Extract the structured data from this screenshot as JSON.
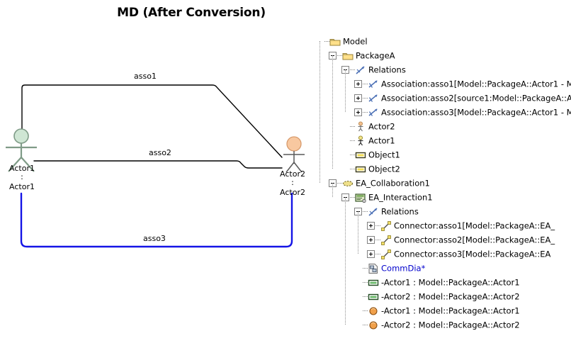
{
  "title": "MD (After Conversion)",
  "diagram": {
    "name": "communication-diagram",
    "actors": [
      {
        "id": "actor1",
        "label": "Actor1",
        "head_color": "#c9e3cf",
        "body_color": "#7f9b87"
      },
      {
        "id": "actor2",
        "label": "Actor2",
        "head_color": "#f6c49a",
        "body_color": "#595959"
      }
    ],
    "lifelines": [
      {
        "id": "lifeline1",
        "name": "Actor1",
        "type": "Actor1",
        "separator": ":"
      },
      {
        "id": "lifeline2",
        "name": "Actor2",
        "type": "Actor2",
        "separator": ":"
      }
    ],
    "associations": [
      {
        "id": "asso1",
        "label": "asso1",
        "color": "#000000"
      },
      {
        "id": "asso2",
        "label": "asso2",
        "color": "#000000"
      },
      {
        "id": "asso3",
        "label": "asso3",
        "color": "#1414e6"
      }
    ]
  },
  "tree": {
    "name": "model-explorer-tree",
    "rows": [
      {
        "depth": 0,
        "expander": "none",
        "icon": "folder-icon",
        "label": "Model"
      },
      {
        "depth": 1,
        "expander": "minus",
        "icon": "folder-icon",
        "label": "PackageA"
      },
      {
        "depth": 2,
        "expander": "minus",
        "icon": "relations-icon",
        "label": "Relations"
      },
      {
        "depth": 3,
        "expander": "plus",
        "icon": "association-icon",
        "label": "Association:asso1",
        "dim": "[Model::PackageA::Actor1 - M"
      },
      {
        "depth": 3,
        "expander": "plus",
        "icon": "association-icon",
        "label": "Association:asso2[source1:",
        "dim": "Model::PackageA::A",
        "tail": "A"
      },
      {
        "depth": 3,
        "expander": "plus",
        "icon": "association-icon",
        "label": "Association:asso3",
        "dim": "[Model::PackageA::Actor1 - M"
      },
      {
        "depth": 2,
        "expander": "none",
        "icon": "actor-orange-icon",
        "label": "Actor2"
      },
      {
        "depth": 2,
        "expander": "none",
        "icon": "actor-yellow-icon",
        "label": "Actor1"
      },
      {
        "depth": 2,
        "expander": "none",
        "icon": "object-icon",
        "label": "Object1"
      },
      {
        "depth": 2,
        "expander": "none",
        "icon": "object-icon",
        "label": "Object2"
      },
      {
        "depth": 1,
        "expander": "minus",
        "icon": "collaboration-icon",
        "label": "EA_Collaboration1"
      },
      {
        "depth": 2,
        "expander": "minus",
        "icon": "interaction-icon",
        "label": "EA_Interaction1"
      },
      {
        "depth": 3,
        "expander": "minus",
        "icon": "relations-icon",
        "label": "Relations"
      },
      {
        "depth": 4,
        "expander": "plus",
        "icon": "connector-icon",
        "label": "Connector:asso1",
        "dim": "[Model::PackageA::EA_"
      },
      {
        "depth": 4,
        "expander": "plus",
        "icon": "connector-icon",
        "label": "Connector:asso2",
        "dim": "[Model::PackageA::EA_"
      },
      {
        "depth": 4,
        "expander": "plus",
        "icon": "connector-icon",
        "label": "Connector:asso3",
        "dim": "[Model::PackageA::EA"
      },
      {
        "depth": 3,
        "expander": "none",
        "icon": "diagram-icon",
        "label": "CommDia*",
        "link": true
      },
      {
        "depth": 3,
        "expander": "none",
        "icon": "lifeline-green-icon",
        "label": "-Actor1 : Model::PackageA::Actor1"
      },
      {
        "depth": 3,
        "expander": "none",
        "icon": "lifeline-green-icon",
        "label": "-Actor2 : Model::PackageA::Actor2"
      },
      {
        "depth": 3,
        "expander": "none",
        "icon": "instance-orange-icon",
        "label": "-Actor1 : ",
        "dim": "Model::PackageA::Actor1"
      },
      {
        "depth": 3,
        "expander": "none",
        "icon": "instance-orange-icon",
        "label": "-Actor2 : ",
        "dim": "Model::PackageA::Actor2"
      }
    ]
  },
  "colors": {
    "link": "#0000cc",
    "dim_text": "#808080",
    "asso3": "#1414e6",
    "folder": "#ffe6a0",
    "actor_green_head": "#c9e3cf",
    "actor_orange_head": "#f6c49a"
  }
}
